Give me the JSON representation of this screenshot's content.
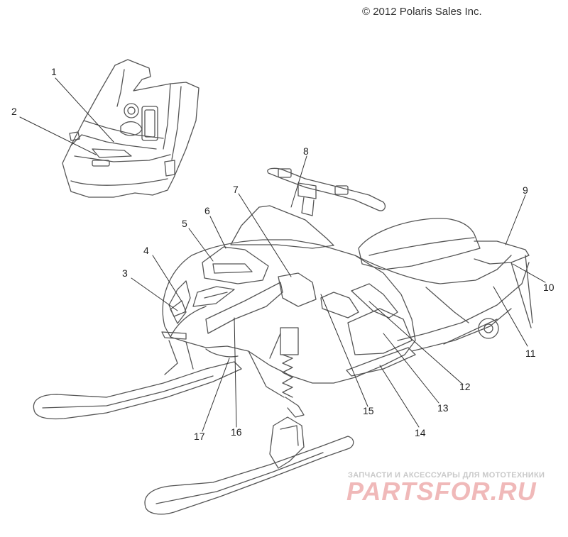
{
  "copyright": "© 2012 Polaris Sales Inc.",
  "watermark": {
    "subtitle": "ЗАПЧАСТИ И АКСЕССУАРЫ ДЛЯ МОТОТЕХНИКИ",
    "logo": "PARTSFOR.RU",
    "logo_color": "#f0b9b9"
  },
  "callouts": [
    "1",
    "2",
    "3",
    "4",
    "5",
    "6",
    "7",
    "8",
    "9",
    "10",
    "11",
    "12",
    "13",
    "14",
    "15",
    "16",
    "17"
  ],
  "line_color": "#555555"
}
